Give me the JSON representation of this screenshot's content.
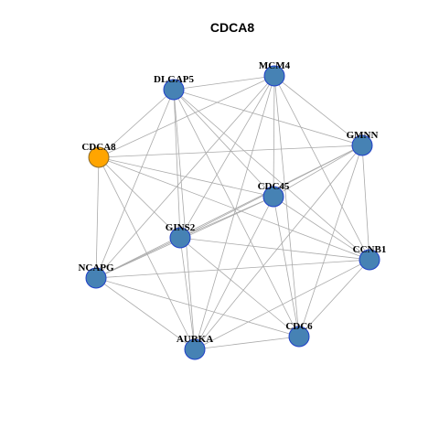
{
  "title": "CDCA8",
  "colors": {
    "hub_fill": "#FFA500",
    "node_fill": "#4682B4",
    "node_stroke": "#1F3FC8",
    "hub_stroke": "#8B6A2A",
    "edge": "#aaaaaa"
  },
  "network": {
    "hub": "CDCA8",
    "nodes": [
      "DLGAP5",
      "MCM4",
      "GMNN",
      "CDCA8",
      "CDC45",
      "GINS2",
      "CCNB1",
      "NCAPG",
      "CDC6",
      "AURKA"
    ],
    "edges": [
      [
        "DLGAP5",
        "MCM4"
      ],
      [
        "DLGAP5",
        "GMNN"
      ],
      [
        "DLGAP5",
        "CDCA8"
      ],
      [
        "DLGAP5",
        "CDC45"
      ],
      [
        "DLGAP5",
        "GINS2"
      ],
      [
        "DLGAP5",
        "CCNB1"
      ],
      [
        "DLGAP5",
        "NCAPG"
      ],
      [
        "DLGAP5",
        "CDC6"
      ],
      [
        "DLGAP5",
        "AURKA"
      ],
      [
        "MCM4",
        "GMNN"
      ],
      [
        "MCM4",
        "CDCA8"
      ],
      [
        "MCM4",
        "CDC45"
      ],
      [
        "MCM4",
        "GINS2"
      ],
      [
        "MCM4",
        "CCNB1"
      ],
      [
        "MCM4",
        "NCAPG"
      ],
      [
        "MCM4",
        "CDC6"
      ],
      [
        "MCM4",
        "AURKA"
      ],
      [
        "GMNN",
        "CDCA8"
      ],
      [
        "GMNN",
        "CDC45"
      ],
      [
        "GMNN",
        "GINS2"
      ],
      [
        "GMNN",
        "CCNB1"
      ],
      [
        "GMNN",
        "NCAPG"
      ],
      [
        "GMNN",
        "CDC6"
      ],
      [
        "GMNN",
        "AURKA"
      ],
      [
        "CDCA8",
        "CDC45"
      ],
      [
        "CDCA8",
        "GINS2"
      ],
      [
        "CDCA8",
        "CCNB1"
      ],
      [
        "CDCA8",
        "NCAPG"
      ],
      [
        "CDCA8",
        "AURKA"
      ],
      [
        "CDC45",
        "GINS2"
      ],
      [
        "CDC45",
        "CCNB1"
      ],
      [
        "CDC45",
        "NCAPG"
      ],
      [
        "CDC45",
        "CDC6"
      ],
      [
        "CDC45",
        "AURKA"
      ],
      [
        "GINS2",
        "CCNB1"
      ],
      [
        "GINS2",
        "NCAPG"
      ],
      [
        "GINS2",
        "CDC6"
      ],
      [
        "GINS2",
        "AURKA"
      ],
      [
        "CCNB1",
        "NCAPG"
      ],
      [
        "CCNB1",
        "CDC6"
      ],
      [
        "CCNB1",
        "AURKA"
      ],
      [
        "NCAPG",
        "CDC6"
      ],
      [
        "NCAPG",
        "AURKA"
      ],
      [
        "CDC6",
        "AURKA"
      ]
    ]
  }
}
